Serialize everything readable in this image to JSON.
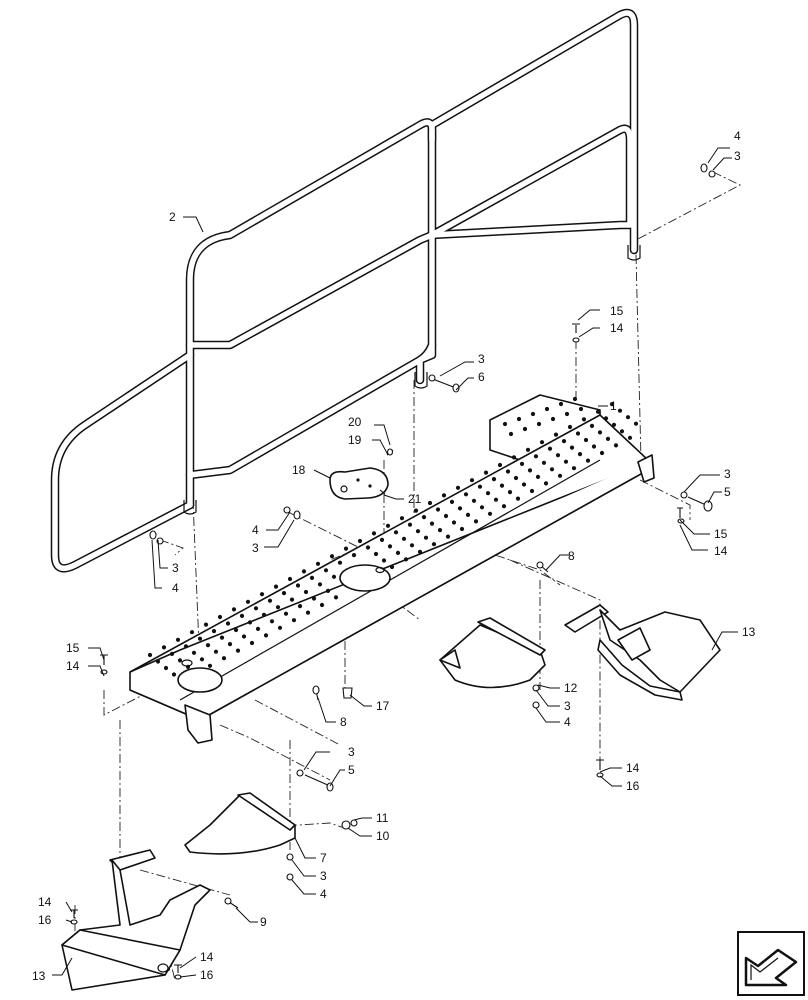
{
  "diagram": {
    "callouts": {
      "c2": "2",
      "c1": "1",
      "c4a": "4",
      "c3a": "3",
      "c15a": "15",
      "c14a": "14",
      "c3b": "3",
      "c6": "6",
      "c20": "20",
      "c19": "19",
      "c18": "18",
      "c21": "21",
      "c4b": "4",
      "c3c": "3",
      "c3d": "3",
      "c4c": "4",
      "c3e": "3",
      "c5a": "5",
      "c15b": "15",
      "c14b": "14",
      "c8a": "8",
      "c13a": "13",
      "c15c": "15",
      "c14c": "14",
      "c12": "12",
      "c3f": "3",
      "c4d": "4",
      "c8b": "8",
      "c17": "17",
      "c3g": "3",
      "c5b": "5",
      "c14d": "14",
      "c16a": "16",
      "c11": "11",
      "c10": "10",
      "c7": "7",
      "c3h": "3",
      "c4e": "4",
      "c14e": "14",
      "c16b": "16",
      "c9": "9",
      "c13b": "13",
      "c14f": "14",
      "c16c": "16"
    },
    "icon": "orientation-arrow-icon"
  }
}
